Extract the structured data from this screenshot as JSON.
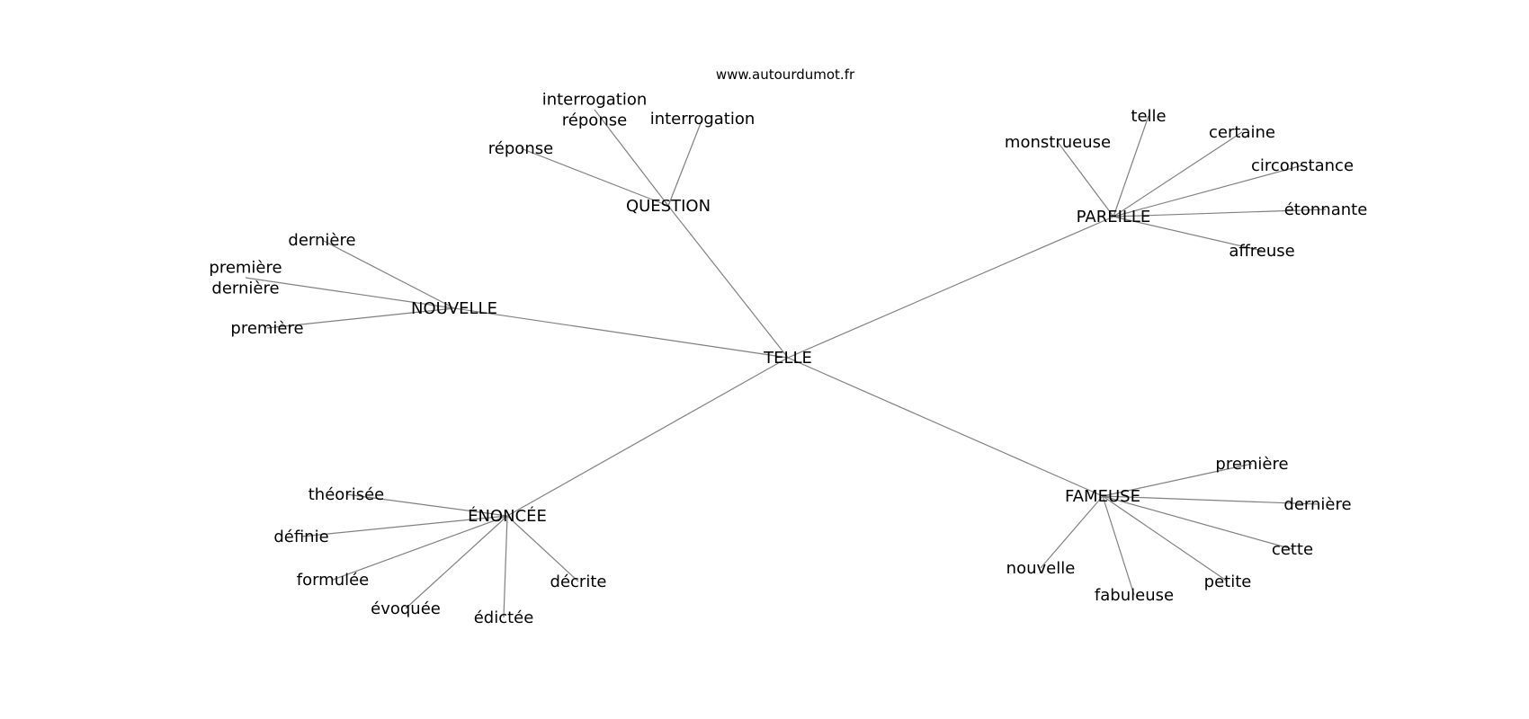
{
  "site": "www.autourdumot.fr",
  "center": "TELLE",
  "groups": [
    {
      "hub": "QUESTION",
      "leaves": [
        "interrogation réponse",
        "interrogation",
        "réponse"
      ]
    },
    {
      "hub": "PAREILLE",
      "leaves": [
        "monstrueuse",
        "telle",
        "certaine",
        "circonstance",
        "étonnante",
        "affreuse"
      ]
    },
    {
      "hub": "NOUVELLE",
      "leaves": [
        "dernière",
        "première dernière",
        "première"
      ]
    },
    {
      "hub": "ÉNONCÉE",
      "leaves": [
        "théorisée",
        "définie",
        "formulée",
        "évoquée",
        "édictée",
        "décrite"
      ]
    },
    {
      "hub": "FAMEUSE",
      "leaves": [
        "première",
        "dernière",
        "cette",
        "petite",
        "fabuleuse",
        "nouvelle"
      ]
    }
  ]
}
